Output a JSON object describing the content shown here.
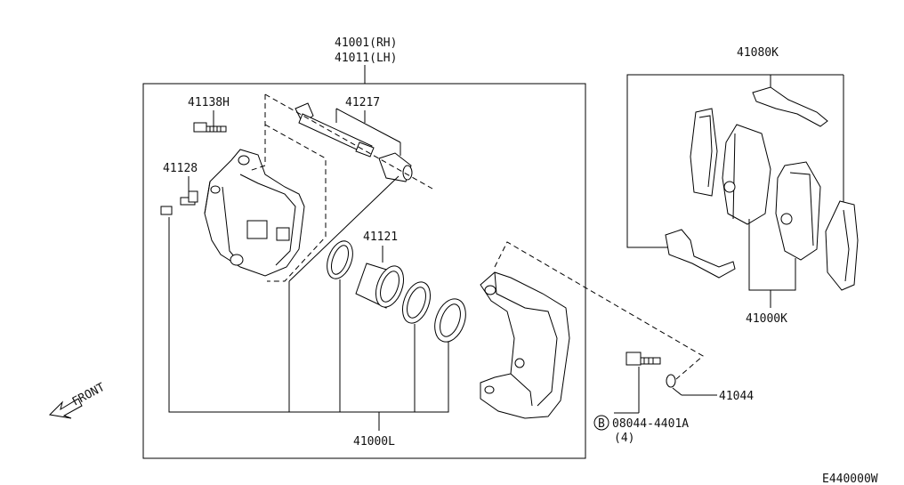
{
  "labels": {
    "rh": "41001(RH)",
    "lh": "41011(LH)",
    "p41138h": "41138H",
    "p41217": "41217",
    "p41128": "41128",
    "p41121": "41121",
    "p41000l": "41000L",
    "p41080k": "41080K",
    "p41000k": "41000K",
    "p41044": "41044",
    "bolt_marker": "B",
    "bolt_part": "08044-4401A",
    "bolt_qty": "(4)",
    "front": "FRONT",
    "figure_code": "E440000W"
  }
}
